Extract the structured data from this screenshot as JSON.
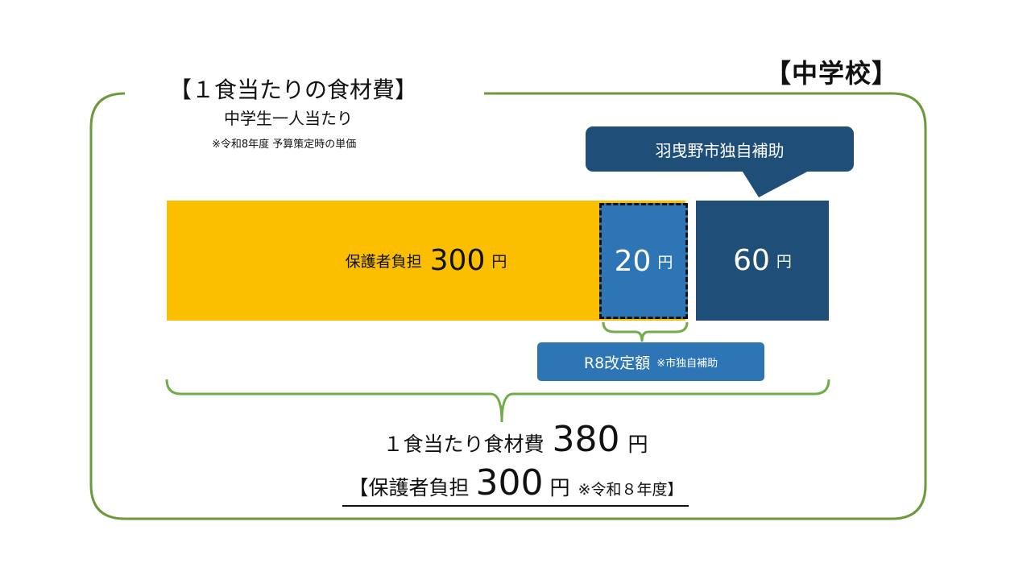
{
  "school_tag": "【中学校】",
  "box": {
    "title": "【１食当たりの食材費】",
    "subtitle": "中学生一人当たり",
    "note": "※令和8年度 予算策定時の単価"
  },
  "callout": {
    "label": "羽曳野市独自補助"
  },
  "bar": {
    "segments": [
      {
        "label": "保護者負担",
        "value": 300,
        "unit": "円",
        "color": "#fbbf00"
      },
      {
        "label": "",
        "value": 20,
        "unit": "円",
        "color": "#2e75b6"
      },
      {
        "label": "",
        "value": 60,
        "unit": "円",
        "color": "#1f4e79"
      }
    ]
  },
  "revision": {
    "label": "R8改定額",
    "note": "※市独自補助"
  },
  "total": {
    "prefix": "１食当たり食材費",
    "value": "380",
    "unit": "円"
  },
  "burden": {
    "prefix": "【保護者負担",
    "value": "300",
    "unit": "円",
    "note": "※令和８年度】"
  },
  "colors": {
    "frame_green": "#6a9a3a",
    "brace_green": "#70ad47",
    "yellow": "#fbbf00",
    "mid_blue": "#2e75b6",
    "dark_blue": "#1f4e79"
  }
}
